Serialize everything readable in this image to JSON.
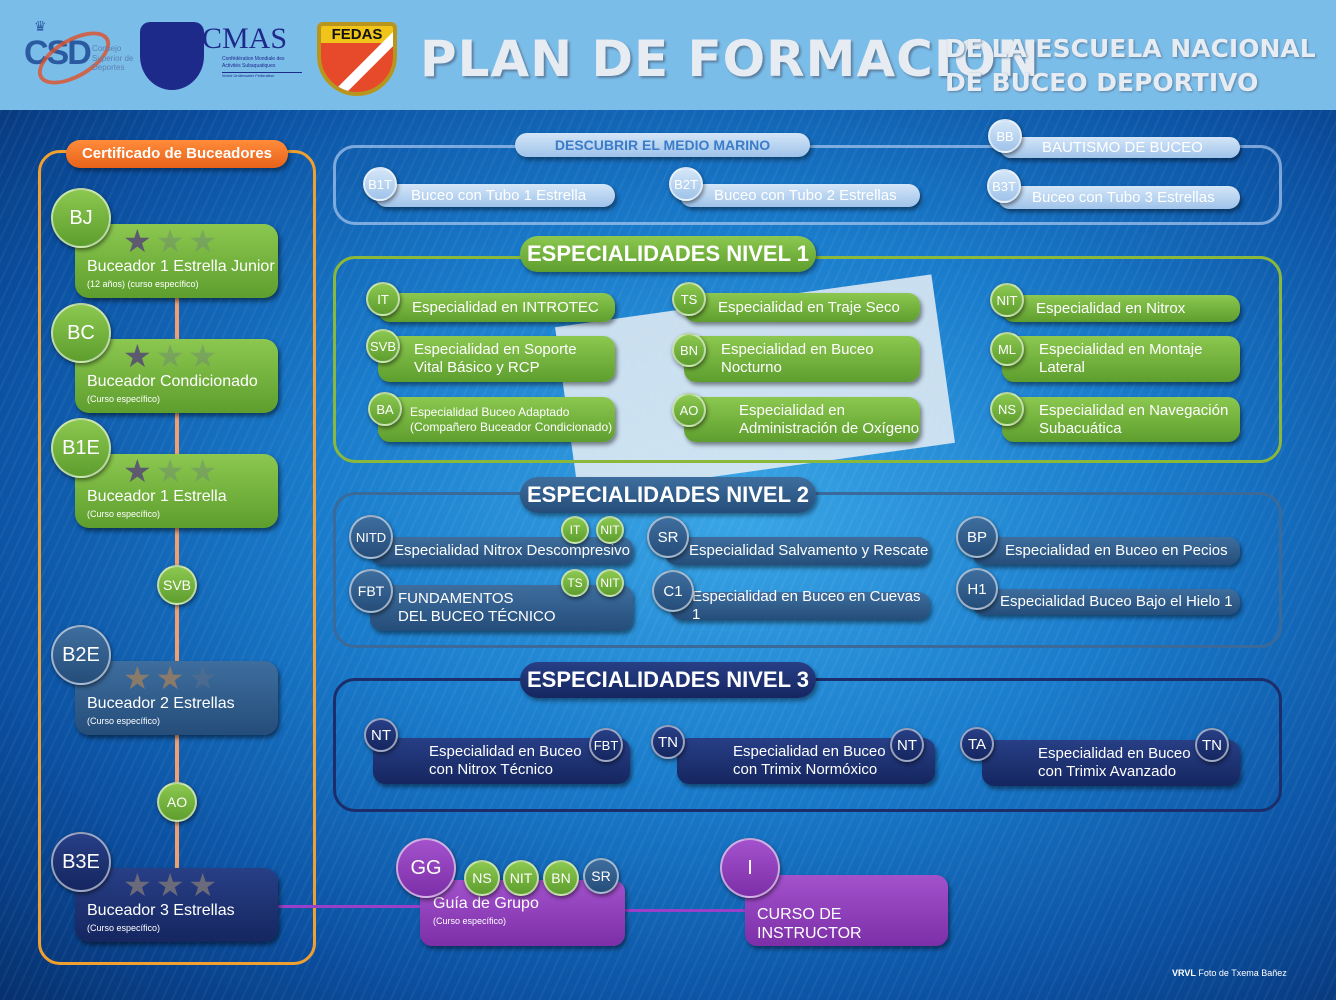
{
  "header": {
    "title": "PLAN DE FORMACION",
    "subtitle_line1": "DE LA ESCUELA NACIONAL",
    "subtitle_line2": "DE BUCEO DEPORTIVO",
    "logos": {
      "csd": "CSD",
      "csd_text": "Consejo Superior de Deportes",
      "cmas": "CMAS",
      "cmas_text": "Confédération Mondiale des Activités Subaquatiques",
      "cmas_sub": "World Underwater Federation",
      "fedas": "FEDAS"
    }
  },
  "certificates": {
    "label": "Certificado de Buceadores",
    "items": [
      {
        "code": "BJ",
        "title": "Buceador 1 Estrella Junior",
        "sub": "(12 años) (curso específico)",
        "stars": 1
      },
      {
        "code": "BC",
        "title": "Buceador Condicionado",
        "sub": "(Curso específico)",
        "stars": 1
      },
      {
        "code": "B1E",
        "title": "Buceador 1 Estrella",
        "sub": "(Curso específico)",
        "stars": 1
      },
      {
        "code": "B2E",
        "title": "Buceador 2 Estrellas",
        "sub": "(Curso específico)",
        "stars": 2
      },
      {
        "code": "B3E",
        "title": "Buceador 3 Estrellas",
        "sub": "(Curso específico)",
        "stars": 3
      }
    ],
    "links": [
      "SVB",
      "AO"
    ]
  },
  "discover": {
    "title": "DESCUBRIR  EL MEDIO MARINO",
    "items": [
      {
        "code": "BB",
        "label": "BAUTISMO DE BUCEO"
      },
      {
        "code": "B1T",
        "label": "Buceo con Tubo 1 Estrella"
      },
      {
        "code": "B2T",
        "label": "Buceo con Tubo 2 Estrellas"
      },
      {
        "code": "B3T",
        "label": "Buceo con Tubo 3 Estrellas"
      }
    ]
  },
  "level1": {
    "title": "ESPECIALIDADES NIVEL 1",
    "items": [
      {
        "code": "IT",
        "l1": "Especialidad en INTROTEC"
      },
      {
        "code": "TS",
        "l1": "Especialidad en Traje Seco"
      },
      {
        "code": "NIT",
        "l1": "Especialidad en Nitrox"
      },
      {
        "code": "SVB",
        "l1": "Especialidad en Soporte",
        "l2": "Vital Básico y RCP"
      },
      {
        "code": "BN",
        "l1": "Especialidad en Buceo",
        "l2": "Nocturno"
      },
      {
        "code": "ML",
        "l1": "Especialidad en Montaje",
        "l2": "Lateral"
      },
      {
        "code": "BA",
        "l1": "Especialidad Buceo Adaptado",
        "l2": "(Compañero Buceador Condicionado)"
      },
      {
        "code": "AO",
        "l1": "Especialidad en",
        "l2": "Administración de Oxígeno"
      },
      {
        "code": "NS",
        "l1": "Especialidad en Navegación",
        "l2": "Subacuática"
      }
    ]
  },
  "level2": {
    "title": "ESPECIALIDADES NIVEL 2",
    "items": [
      {
        "code": "NITD",
        "l1": "Especialidad Nitrox Descompresivo",
        "pre": [
          "IT",
          "NIT"
        ]
      },
      {
        "code": "SR",
        "l1": "Especialidad Salvamento y Rescate"
      },
      {
        "code": "BP",
        "l1": "Especialidad en Buceo en Pecios"
      },
      {
        "code": "FBT",
        "l1": "FUNDAMENTOS",
        "l2": "DEL BUCEO TÉCNICO",
        "pre": [
          "TS",
          "NIT"
        ]
      },
      {
        "code": "C1",
        "l1": "Especialidad en Buceo en Cuevas 1"
      },
      {
        "code": "H1",
        "l1": "Especialidad Buceo Bajo el Hielo 1"
      }
    ]
  },
  "level3": {
    "title": "ESPECIALIDADES NIVEL 3",
    "items": [
      {
        "code": "NT",
        "l1": "Especialidad en Buceo",
        "l2": "con Nitrox Técnico",
        "pre": "FBT"
      },
      {
        "code": "TN",
        "l1": "Especialidad en Buceo",
        "l2": "con Trimix Normóxico",
        "pre": "NT"
      },
      {
        "code": "TA",
        "l1": "Especialidad en Buceo",
        "l2": "con Trimix Avanzado",
        "pre": "TN"
      }
    ]
  },
  "guide": {
    "code": "GG",
    "title": "Guía de Grupo",
    "sub": "(Curso específico)",
    "pre": [
      "NS",
      "NIT",
      "BN",
      "SR"
    ]
  },
  "instructor": {
    "code": "I",
    "title": "CURSO DE INSTRUCTOR"
  },
  "credit": {
    "brand": "VRVL",
    "text": "Foto de Txema Bañez"
  }
}
